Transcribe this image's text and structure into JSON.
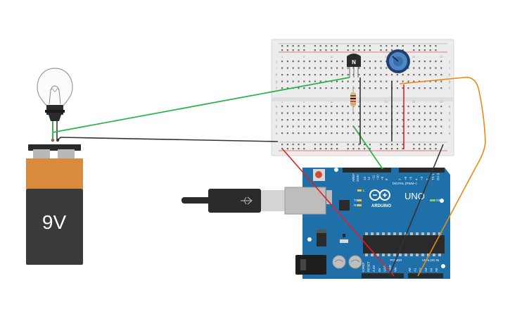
{
  "battery": {
    "label": "9V"
  },
  "transistor": {
    "label": "N"
  },
  "arduino": {
    "brand": "ARDUINO",
    "model": "UNO",
    "digital_label": "DIGITAL (PWM~)",
    "power_label": "POWER",
    "analog_label": "ANALOG IN",
    "on_label": "ON",
    "tx_label": "TX",
    "rx_label": "RX",
    "l_label": "L",
    "aref_label": "AREF",
    "gnd_label": "GND",
    "top_pins": [
      "13",
      "12",
      "~11",
      "~10",
      "~9",
      "8",
      "7",
      "~6",
      "~5",
      "4",
      "~3",
      "2",
      "TX 1",
      "RX 0"
    ],
    "bottom_pins": [
      "IOREF",
      "RESET",
      "3.3V",
      "5V",
      "GND",
      "GND",
      "Vin",
      "A0",
      "A1",
      "A2",
      "A3",
      "A4",
      "A5"
    ]
  },
  "breadboard": {
    "rows": [
      "j",
      "i",
      "h",
      "g",
      "f",
      "e",
      "d",
      "c",
      "b",
      "a"
    ],
    "columns": [
      "1",
      "5",
      "10",
      "15",
      "20",
      "25",
      "30"
    ]
  },
  "colors": {
    "wire_green": "#2db34a",
    "wire_black": "#333333",
    "wire_red": "#e02020",
    "wire_orange": "#e88a14",
    "board_blue": "#1f6fa8",
    "battery_orange": "#d98a3c",
    "battery_body": "#3a3a3a"
  }
}
